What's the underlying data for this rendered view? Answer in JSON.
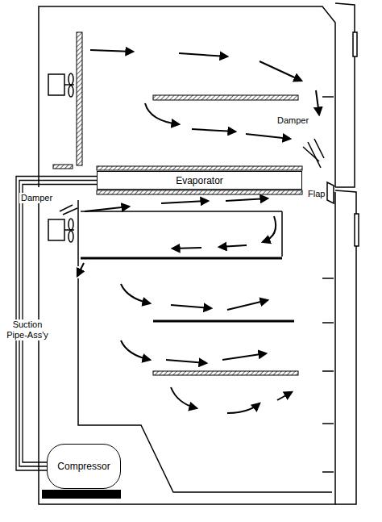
{
  "diagram": {
    "nodes": [
      {
        "text": [
          "Evaporator"
        ]
      },
      {
        "text": [
          "Compressor"
        ]
      }
    ],
    "edges": [
      {
        "from": 0,
        "to": 1,
        "arrow": "none"
      }
    ],
    "labels": [
      "Damper",
      "Flap",
      "Damper",
      "Suction Pipe-Ass'y"
    ]
  }
}
